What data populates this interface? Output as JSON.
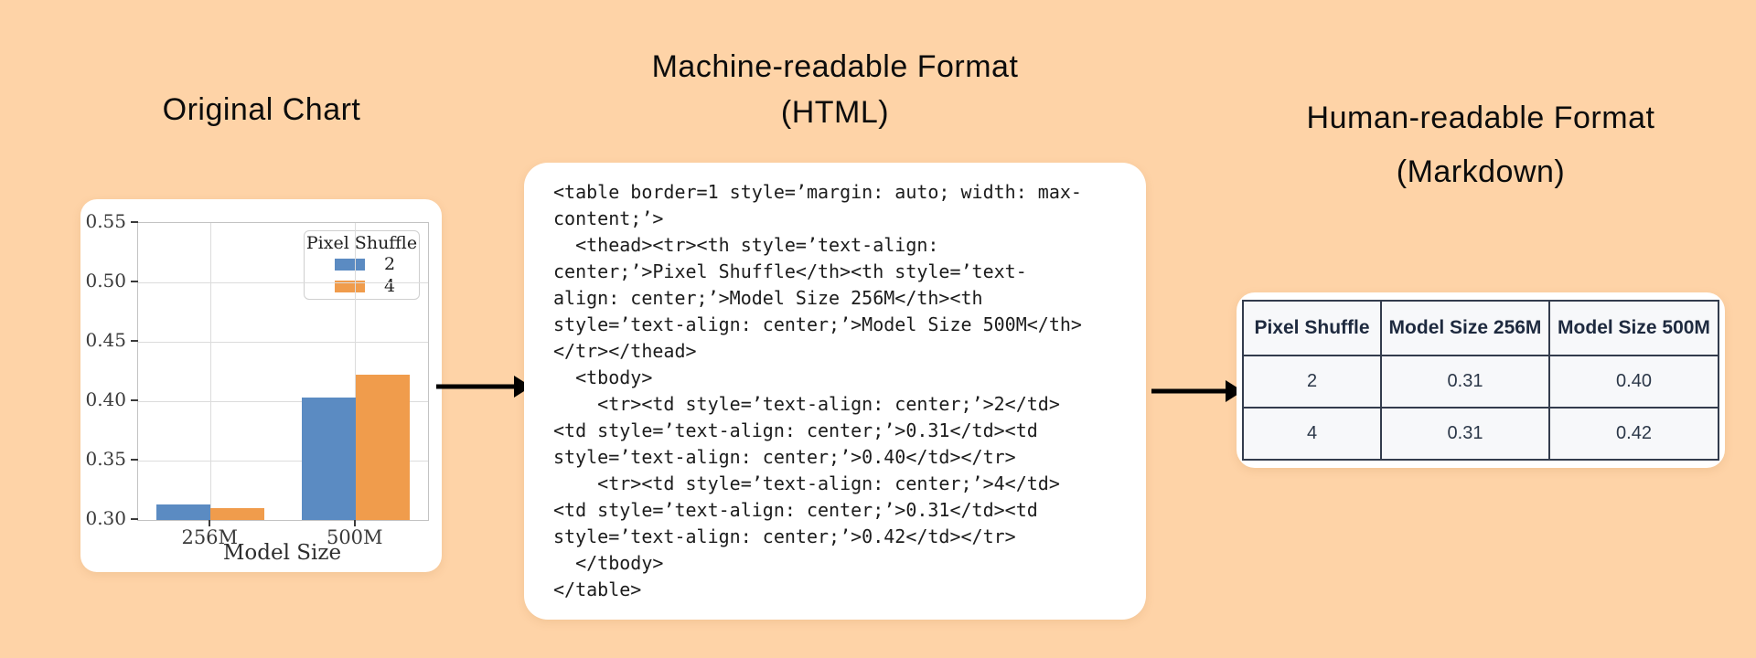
{
  "colors": {
    "background": "#fed3a7",
    "card": "#ffffff",
    "bar_blue": "#5b8bc2",
    "bar_orange": "#f09c4c",
    "table_border": "#333c4d",
    "table_cell_bg": "#f7f8fa",
    "arrow": "#000000"
  },
  "panels": {
    "left": {
      "title": "Original Chart"
    },
    "middle": {
      "title_line1": "Machine-readable Format",
      "title_line2": "(HTML)"
    },
    "right": {
      "title_line1": "Human-readable Format",
      "title_line2": "(Markdown)"
    }
  },
  "chart_data": {
    "type": "bar",
    "title": "",
    "xlabel": "Model Size",
    "ylabel": "",
    "categories": [
      "256M",
      "500M"
    ],
    "series": [
      {
        "name": "2",
        "color": "#5b8bc2",
        "values": [
          0.313,
          0.403
        ]
      },
      {
        "name": "4",
        "color": "#f09c4c",
        "values": [
          0.31,
          0.422
        ]
      }
    ],
    "legend_title": "Pixel Shuffle",
    "legend_position": "upper right",
    "ylim": [
      0.3,
      0.55
    ],
    "yticks": [
      "0.30",
      "0.35",
      "0.40",
      "0.45",
      "0.50",
      "0.55"
    ],
    "grid": true
  },
  "code_panel": {
    "language": "HTML",
    "lines": [
      "<table border=1 style=’margin: auto; width: max-",
      "content;’>",
      "  <thead><tr><th style=’text-align:",
      "center;’>Pixel Shuffle</th><th style=’text-",
      "align: center;’>Model Size 256M</th><th",
      "style=’text-align: center;’>Model Size 500M</th>",
      "</tr></thead>",
      "  <tbody>",
      "    <tr><td style=’text-align: center;’>2</td>",
      "<td style=’text-align: center;’>0.31</td><td",
      "style=’text-align: center;’>0.40</td></tr>",
      "    <tr><td style=’text-align: center;’>4</td>",
      "<td style=’text-align: center;’>0.31</td><td",
      "style=’text-align: center;’>0.42</td></tr>",
      "  </tbody>",
      "</table>"
    ]
  },
  "table_panel": {
    "headers": [
      "Pixel Shuffle",
      "Model Size 256M",
      "Model Size 500M"
    ],
    "rows": [
      [
        "2",
        "0.31",
        "0.40"
      ],
      [
        "4",
        "0.31",
        "0.42"
      ]
    ]
  }
}
